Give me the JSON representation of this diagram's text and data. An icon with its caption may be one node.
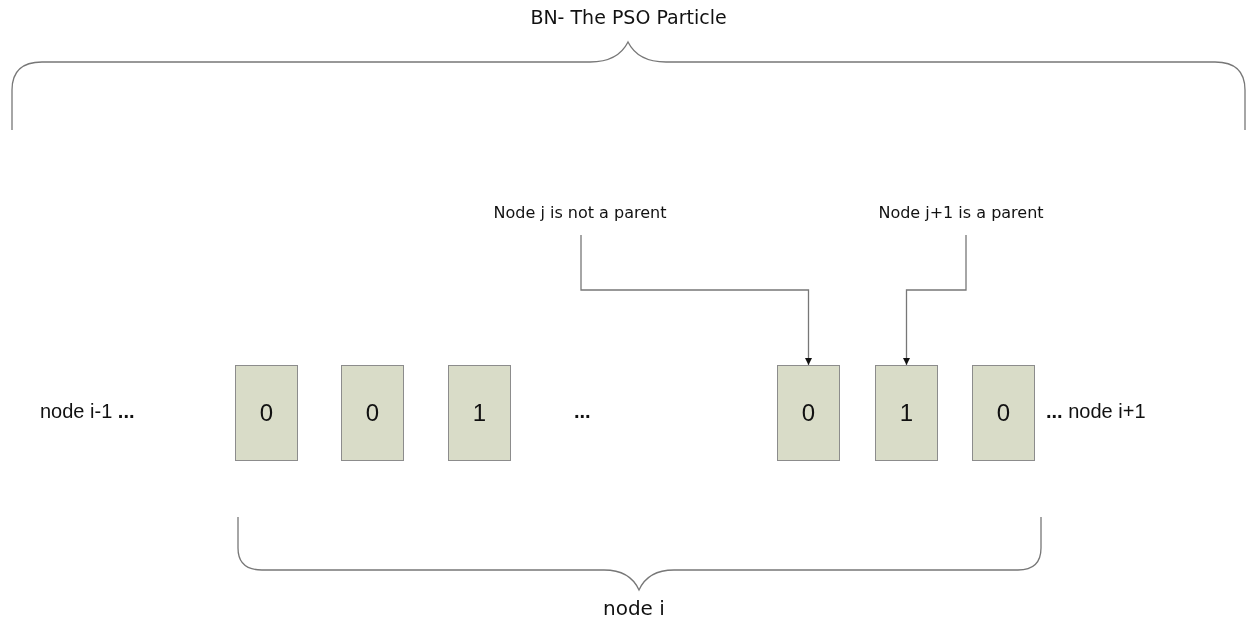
{
  "diagram": {
    "title": "BN- The PSO Particle",
    "nodes": [
      {
        "text": [
          "Node j is not a parent"
        ]
      },
      {
        "text": [
          "Node j+1 is a parent"
        ]
      },
      {
        "text": [
          "0"
        ]
      },
      {
        "text": [
          "0"
        ]
      },
      {
        "text": [
          "1"
        ]
      },
      {
        "text": [
          "0"
        ]
      },
      {
        "text": [
          "1"
        ]
      },
      {
        "text": [
          "0"
        ]
      }
    ],
    "edges": [
      {
        "from": 0,
        "to": 5,
        "arrow": "to"
      },
      {
        "from": 1,
        "to": 6,
        "arrow": "to"
      }
    ],
    "labels": [
      "node i-1 **...**",
      "**...**",
      "**...** node i+1",
      "node i"
    ]
  }
}
